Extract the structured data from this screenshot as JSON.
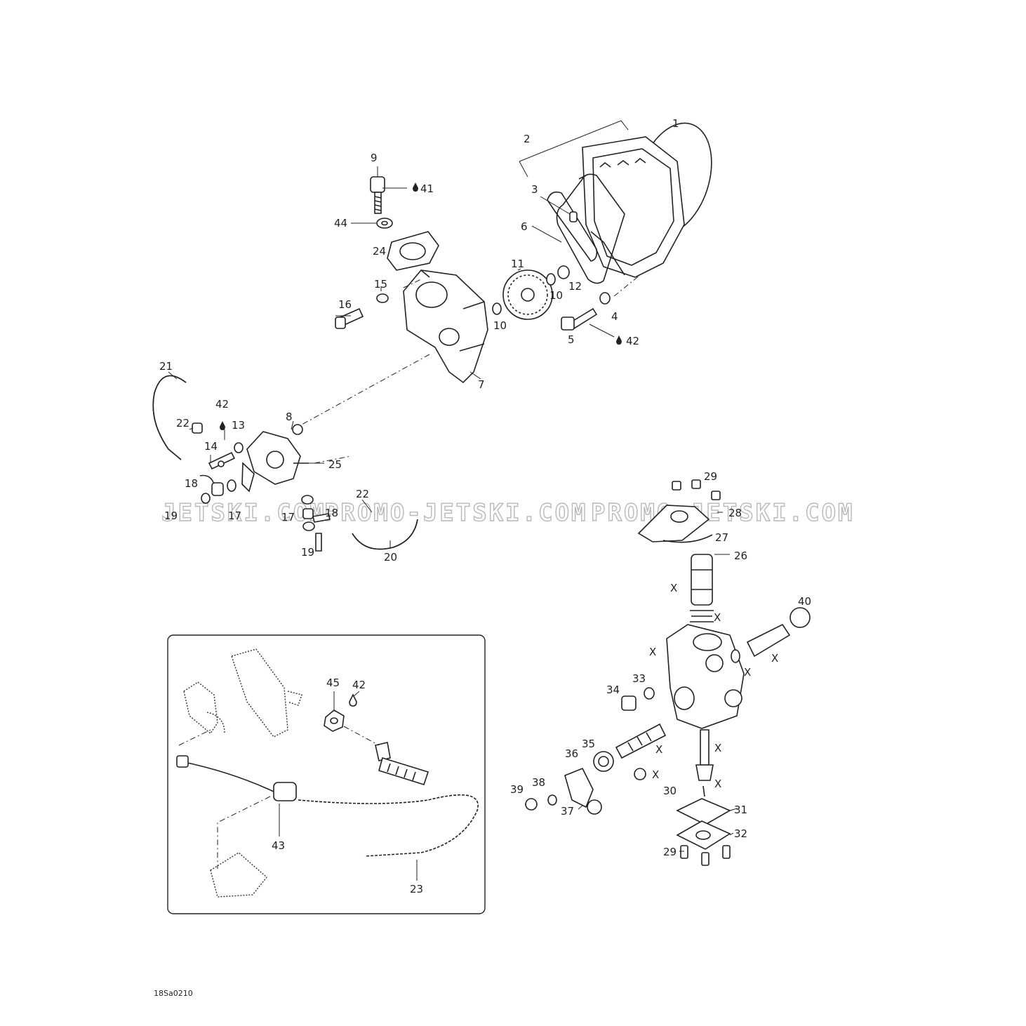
{
  "figure_ref": "18Sa0210",
  "watermark": {
    "left": "JETSKI.COM",
    "middle": "PROMO-JETSKI.COM",
    "right": "PROMO-JETSKI.COM"
  },
  "labels": {
    "l1": "1",
    "l2": "2",
    "l3": "3",
    "l4": "4",
    "l5": "5",
    "l6": "6",
    "l7": "7",
    "l8": "8",
    "l9": "9",
    "l10a": "10",
    "l10b": "10",
    "l11": "11",
    "l12": "12",
    "l13": "13",
    "l14": "14",
    "l15": "15",
    "l16": "16",
    "l17a": "17",
    "l17b": "17",
    "l18a": "18",
    "l18b": "18",
    "l19a": "19",
    "l19b": "19",
    "l20": "20",
    "l21": "21",
    "l22a": "22",
    "l22b": "22",
    "l23": "23",
    "l24": "24",
    "l25": "25",
    "l26": "26",
    "l27": "27",
    "l28": "28",
    "l29a": "29",
    "l29b": "29",
    "l30": "30",
    "l31": "31",
    "l32": "32",
    "l33": "33",
    "l34": "34",
    "l35": "35",
    "l36": "36",
    "l37": "37",
    "l38": "38",
    "l39": "39",
    "l40": "40",
    "l41": "41",
    "l42a": "42",
    "l42b": "42",
    "l42c": "42",
    "l43": "43",
    "l44": "44",
    "l45": "45",
    "x1": "X",
    "x2": "X",
    "x3": "X",
    "x4": "X",
    "x5": "X",
    "x6": "X",
    "x7": "X",
    "x8": "X",
    "x9": "X"
  }
}
